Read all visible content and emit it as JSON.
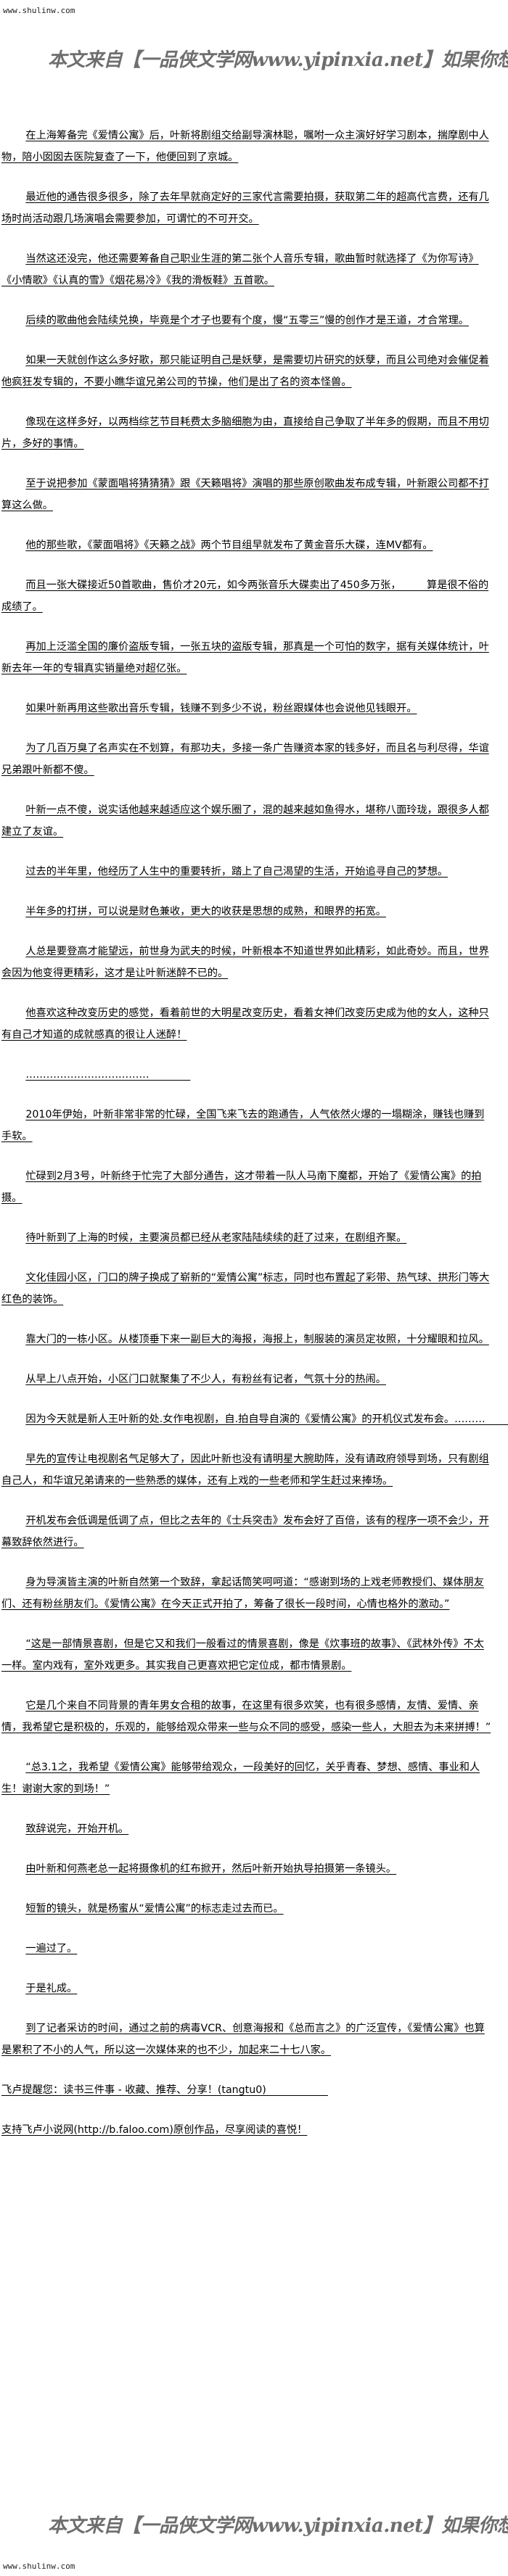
{
  "site_url": "www.shulinw.com",
  "banner_text": "本文来自【一品侠文学网www.yipinxia.net】如果你想看完整版小说，请",
  "paragraphs": [
    "在上海筹备完《爱情公寓》后，叶新将剧组交给副导演林聪，嘱咐一众主演好好学习剧本，揣摩剧中人物，陪小囡囡去医院复查了一下，他便回到了京城。",
    "最近他的通告很多很多，除了去年早就商定好的三家代言需要拍摄，获取第二年的超高代言费，还有几场时尚活动跟几场演唱会需要参加，可谓忙的不可开交。",
    "当然这还没完，他还需要筹备自己职业生涯的第二张个人音乐专辑，歌曲暂时就选择了《为你写诗》《小情歌》《认真的雪》《烟花易冷》《我的滑板鞋》五首歌。",
    "后续的歌曲他会陆续兑换，毕竟是个才子也要有个度，慢“五零三”慢的创作才是王道，才合常理。",
    "如果一天就创作这么多好歌，那只能证明自己是妖孽，是需要切片研究的妖孽，而且公司绝对会催促着他疯狂发专辑的，不要小瞧华谊兄弟公司的节操，他们是出了名的资本怪兽。",
    "像现在这样多好，以两档综艺节目耗费太多脑细胞为由，直接给自己争取了半年多的假期，而且不用切片，多好的事情。",
    "至于说把参加《蒙面唱将猜猜猜》跟《天籁唱将》演唱的那些原创歌曲发布成专辑，叶新跟公司都不打算这么做。",
    "他的那些歌，《蒙面唱将》《天籁之战》两个节目组早就发布了黄金音乐大碟，连MV都有。",
    "而且一张大碟接近50首歌曲，售价才20元，如今两张音乐大碟卖出了450多万张，　　　算是很不俗的成绩了。",
    "再加上泛滥全国的廉价盗版专辑，一张五块的盗版专辑，那真是一个可怕的数字，据有关媒体统计，叶新去年一年的专辑真实销量绝对超亿张。",
    "如果叶新再用这些歌出音乐专辑，钱赚不到多少不说，粉丝跟媒体也会说他见钱眼开。",
    "为了几百万臭了名声实在不划算，有那功夫，多接一条广告赚资本家的钱多好，而且名与利尽得，华谊兄弟跟叶新都不傻。",
    "叶新一点不傻，说实话他越来越适应这个娱乐圈了，混的越来越如鱼得水，堪称八面玲珑，跟很多人都建立了友谊。",
    "过去的半年里，他经历了人生中的重要转折，踏上了自己渴望的生活，开始追寻自己的梦想。",
    "半年多的打拼，可以说是财色兼收，更大的收获是思想的成熟，和眼界的拓宽。",
    "人总是要登高才能望远，前世身为武夫的时候，叶新根本不知道世界如此精彩，如此奇妙。而且，世界会因为他变得更精彩，这才是让叶新迷醉不已的。",
    "他喜欢这种改变历史的感觉，看着前世的大明星改变历史，看着女神们改变历史成为他的女人，这种只有自己才知道的成就感真的很让人迷醉！",
    "………………………………　　　　",
    "2010年伊始，叶新非常非常的忙碌，全国飞来飞去的跑通告，人气依然火爆的一塌糊涂，赚钱也赚到手软。",
    "忙碌到2月3号，叶新终于忙完了大部分通告，这才带着一队人马南下魔都，开始了《爱情公寓》的拍摄。",
    "待叶新到了上海的时候，主要演员都已经从老家陆陆续续的赶了过来，在剧组齐聚。",
    "文化佳园小区，门口的牌子换成了崭新的“爱情公寓”标志，同时也布置起了彩带、热气球、拱形门等大红色的装饰。",
    "靠大门的一栋小区。从楼顶垂下来一副巨大的海报，海报上，制服装的演员定妆照，十分耀眼和拉风。",
    "从早上八点开始，小区门口就聚集了不少人，有粉丝有记者，气氛十分的热闹。",
    "因为今天就是新人王叶新的处.女作电视剧，自.拍自导自演的《爱情公寓》的开机仪式发布会。………　　　　",
    "早先的宣传让电视剧名气足够大了，因此叶新也没有请明星大腕助阵，没有请政府领导到场，只有剧组自己人，和华谊兄弟请来的一些熟悉的媒体，还有上戏的一些老师和学生赶过来捧场。",
    "开机发布会低调是低调了点，但比之去年的《士兵突击》发布会好了百倍，该有的程序一项不会少，开幕致辞依然进行。",
    "身为导演皆主演的叶新自然第一个致辞，拿起话筒笑呵呵道：“感谢到场的上戏老师教授们、媒体朋友们、还有粉丝朋友们。《爱情公寓》在今天正式开拍了，筹备了很长一段时间，心情也格外的激动。”",
    "“这是一部情景喜剧，但是它又和我们一般看过的情景喜剧，像是《炊事班的故事》、《武林外传》不太一样。室内戏有，室外戏更多。其实我自己更喜欢把它定位成，都市情景剧。",
    "它是几个来自不同背景的青年男女合租的故事，在这里有很多欢笑，也有很多感情，友情、爱情、亲情，我希望它是积极的，乐观的，能够给观众带来一些与众不同的感受，感染一些人，大胆去为未来拼搏！”",
    "“总3.1之，我希望《爱情公寓》能够带给观众，一段美好的回忆，关乎青春、梦想、感情、事业和人生！谢谢大家的到场！”",
    "致辞说完，开始开机。",
    "由叶新和何燕老总一起将摄像机的红布掀开，然后叶新开始执导拍摄第一条镜头。",
    "短暂的镜头，就是杨蜜从“爱情公寓”的标志走过去而已。",
    "一遍过了。",
    "于是礼成。",
    "到了记者采访的时间，通过之前的病毒VCR、创意海报和《总而言之》的广泛宣传，《爱情公寓》也算是累积了不小的人气，所以这一次媒体来的也不少，加起来二十七八家。"
  ],
  "footer_notes": [
    "飞卢提醒您：读书三件事 - 收藏、推荐、分享！(tangtu0)　　　　　　",
    "支持飞卢小说网(http://b.faloo.com)原创作品，尽享阅读的喜悦！"
  ]
}
